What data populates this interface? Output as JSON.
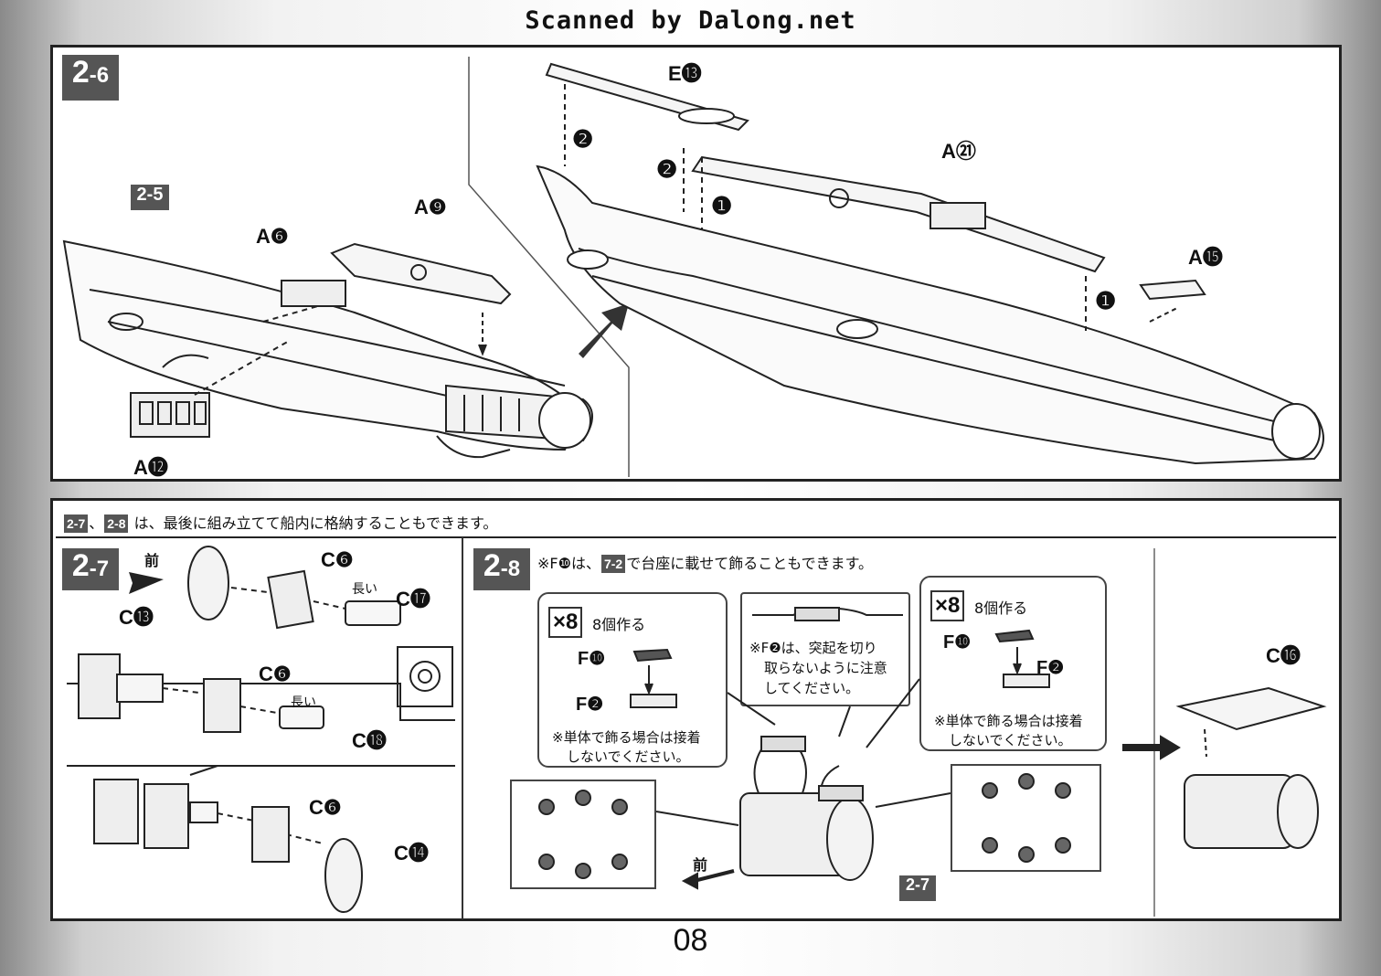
{
  "scan_credit": "Scanned by Dalong.net",
  "page_number": "08",
  "step_2_6": {
    "step_main": "2",
    "step_sub": "-6",
    "ref_step": "2-5",
    "parts": {
      "a6": "A❻",
      "a9": "A❾",
      "a12": "A⓬",
      "e13": "E⓭",
      "a21": "A㉑",
      "a15": "A⓯"
    },
    "order_marks": [
      "❷",
      "❷",
      "❶",
      "❶"
    ]
  },
  "note_bar": {
    "ref1": "2-7",
    "sep": "、",
    "ref2": "2-8",
    "text": "は、最後に組み立てて船内に格納することもできます。"
  },
  "step_2_7": {
    "step_main": "2",
    "step_sub": "-7",
    "front_label": "前",
    "parts": {
      "c13": "C⓭",
      "c6_a": "C❻",
      "c17": "C⓱",
      "long_a": "長い",
      "c6_b": "C❻",
      "long_b": "長い",
      "c18": "C⓲",
      "c6_c": "C❻",
      "c14": "C⓮"
    }
  },
  "step_2_8": {
    "step_main": "2",
    "step_sub": "-8",
    "note_prefix": "※F❿は、",
    "note_ref": "7-2",
    "note_suffix": "で台座に載せて飾ることもできます。",
    "left_bubble": {
      "count": "×8",
      "count_text": "8個作る",
      "f10": "F❿",
      "f2": "F❷",
      "note_line1": "※単体で飾る場合は接着",
      "note_line2": "しないでください。"
    },
    "center_bubble": {
      "line1": "※F❷は、突起を切り",
      "line2": "取らないように注意",
      "line3": "してください。"
    },
    "right_bubble": {
      "count": "×8",
      "count_text": "8個作る",
      "f10": "F❿",
      "f2": "F❷",
      "note_line1": "※単体で飾る場合は接着",
      "note_line2": "しないでください。"
    },
    "front_label": "前",
    "ref_step": "2-7",
    "c16": "C⓰"
  }
}
